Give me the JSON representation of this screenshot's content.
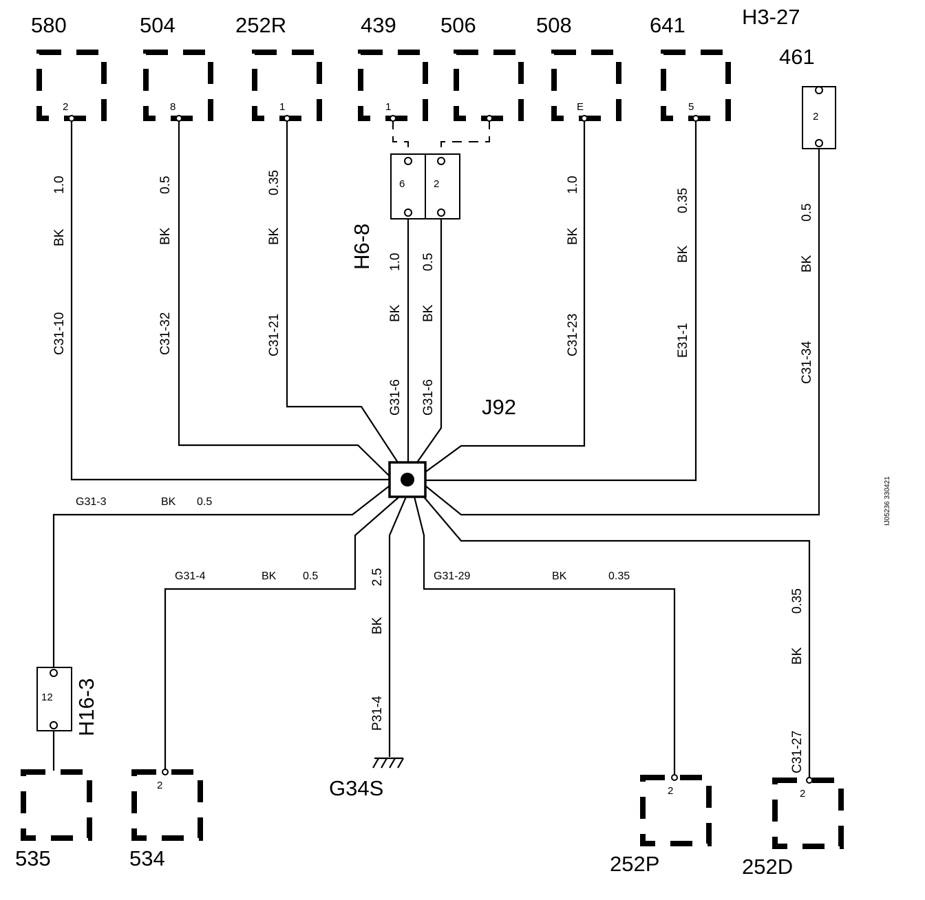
{
  "diagram": {
    "connectors": [
      {
        "id": "580",
        "pin": "2"
      },
      {
        "id": "504",
        "pin": "8"
      },
      {
        "id": "252R",
        "pin": "1"
      },
      {
        "id": "439",
        "pin": "1"
      },
      {
        "id": "506",
        "pin": ""
      },
      {
        "id": "508",
        "pin": "E"
      },
      {
        "id": "641",
        "pin": "5"
      },
      {
        "id": "461",
        "pin": "2"
      },
      {
        "id": "535",
        "pin": ""
      },
      {
        "id": "534",
        "pin": "2"
      },
      {
        "id": "252P",
        "pin": "2"
      },
      {
        "id": "252D",
        "pin": "2"
      }
    ],
    "labels": {
      "h3_27": "H3-27",
      "h6_8": "H6-8",
      "h16_3": "H16-3",
      "j92": "J92",
      "g34s": "G34S",
      "h6_8_pin_left": "6",
      "h6_8_pin_right": "2",
      "h16_3_pin": "12",
      "doc_id": "IJ05236 330421"
    },
    "wires": [
      {
        "size": "1.0",
        "color": "BK",
        "circuit": "C31-10"
      },
      {
        "size": "0.5",
        "color": "BK",
        "circuit": "C31-32"
      },
      {
        "size": "0.35",
        "color": "BK",
        "circuit": "C31-21"
      },
      {
        "size": "1.0",
        "color": "BK",
        "circuit": "G31-6"
      },
      {
        "size": "0.5",
        "color": "BK",
        "circuit": "G31-6"
      },
      {
        "size": "1.0",
        "color": "BK",
        "circuit": "C31-23"
      },
      {
        "size": "0.35",
        "color": "BK",
        "circuit": "E31-1"
      },
      {
        "size": "0.5",
        "color": "BK",
        "circuit": "C31-34"
      },
      {
        "size": "0.5",
        "color": "BK",
        "circuit": "G31-3"
      },
      {
        "size": "0.5",
        "color": "BK",
        "circuit": "G31-4"
      },
      {
        "size": "2.5",
        "color": "BK",
        "circuit": "P31-4"
      },
      {
        "size": "0.35",
        "color": "BK",
        "circuit": "G31-29"
      },
      {
        "size": "0.35",
        "color": "BK",
        "circuit": "C31-27"
      }
    ]
  }
}
